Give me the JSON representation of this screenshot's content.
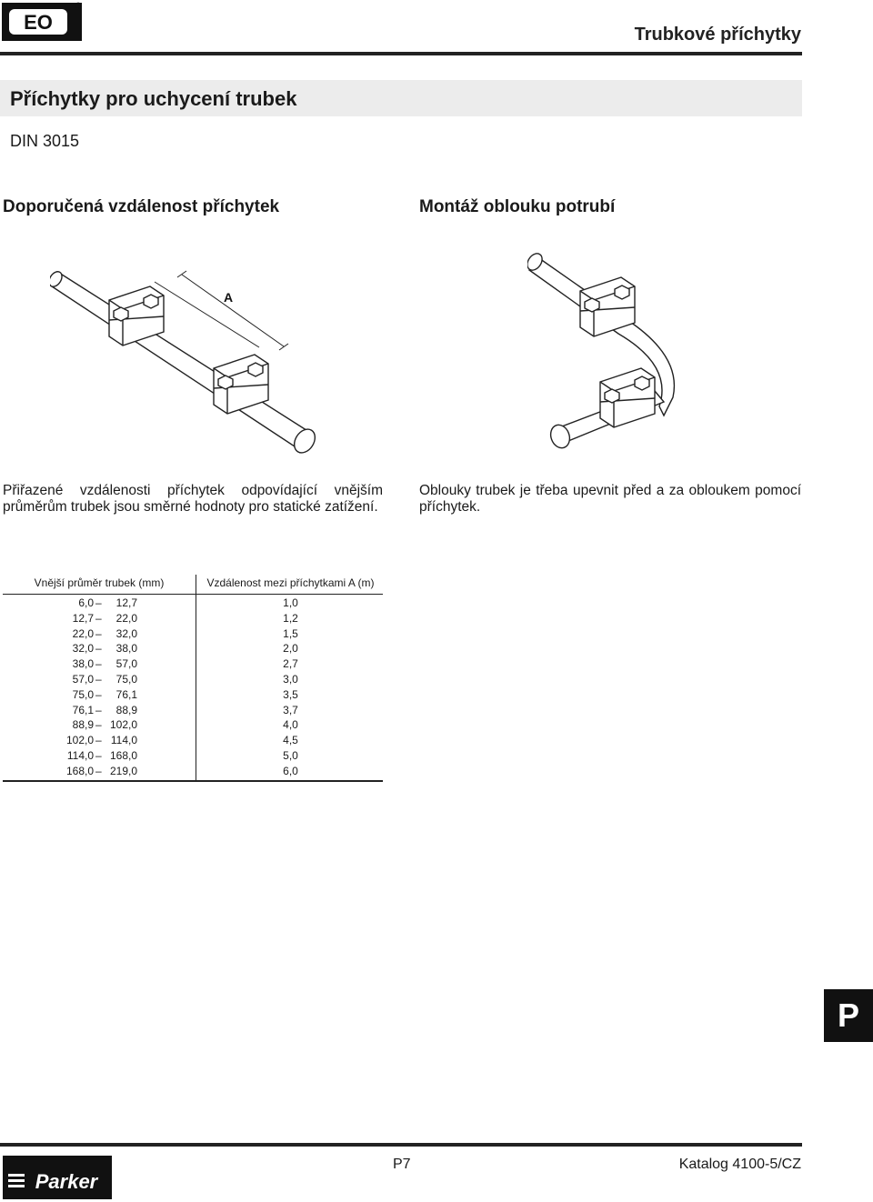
{
  "header": {
    "logo_text": "EO",
    "section_title": "Trubkové příchytky"
  },
  "main": {
    "title": "Příchytky pro uchycení trubek",
    "standard": "DIN 3015",
    "left_heading": "Doporučená vzdálenost příchytek",
    "right_heading": "Montáž oblouku potrubí",
    "figure_label": "A",
    "left_text": "Přiřazené vzdálenosti příchytek odpovídající vnějším průměrům trubek jsou směrné hodnoty pro statické zatížení.",
    "right_text": "Oblouky trubek je třeba upevnit před a za obloukem pomocí příchytek."
  },
  "table": {
    "headers": [
      "Vnější průměr trubek (mm)",
      "Vzdálenost mezi příchytkami A (m)"
    ],
    "rows": [
      {
        "from": "6,0",
        "dash": "–",
        "to": "12,7",
        "distance": "1,0"
      },
      {
        "from": "12,7",
        "dash": "–",
        "to": "22,0",
        "distance": "1,2"
      },
      {
        "from": "22,0",
        "dash": "–",
        "to": "32,0",
        "distance": "1,5"
      },
      {
        "from": "32,0",
        "dash": "–",
        "to": "38,0",
        "distance": "2,0"
      },
      {
        "from": "38,0",
        "dash": "–",
        "to": "57,0",
        "distance": "2,7"
      },
      {
        "from": "57,0",
        "dash": "–",
        "to": "75,0",
        "distance": "3,0"
      },
      {
        "from": "75,0",
        "dash": "–",
        "to": "76,1",
        "distance": "3,5"
      },
      {
        "from": "76,1",
        "dash": "–",
        "to": "88,9",
        "distance": "3,7"
      },
      {
        "from": "88,9",
        "dash": "–",
        "to": "102,0",
        "distance": "4,0"
      },
      {
        "from": "102,0",
        "dash": "–",
        "to": "114,0",
        "distance": "4,5"
      },
      {
        "from": "114,0",
        "dash": "–",
        "to": "168,0",
        "distance": "5,0"
      },
      {
        "from": "168,0",
        "dash": "–",
        "to": "219,0",
        "distance": "6,0"
      }
    ]
  },
  "side_tab": "P",
  "footer": {
    "logo_text": "Parker",
    "page_number": "P7",
    "catalog": "Katalog 4100-5/CZ"
  }
}
